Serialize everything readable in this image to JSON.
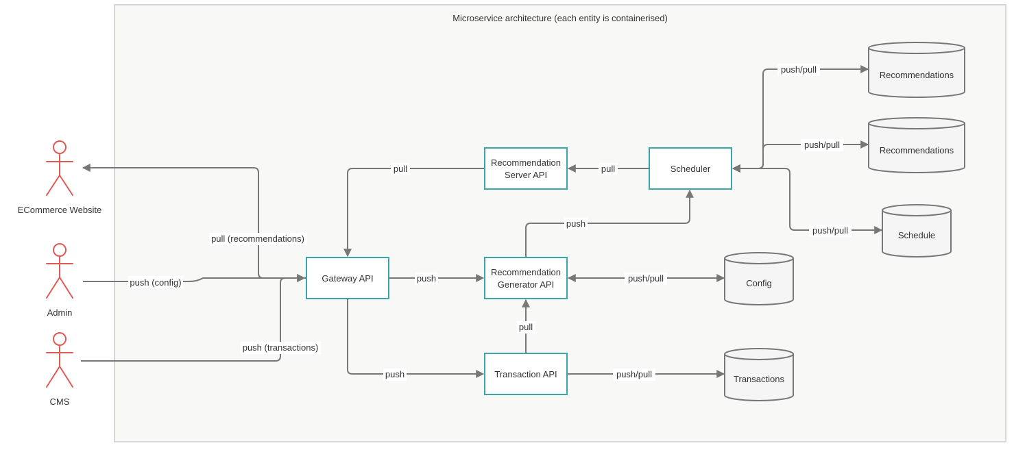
{
  "container": {
    "title": "Microservice architecture (each entity is containerised)"
  },
  "actors": {
    "ecommerce": "ECommerce Website",
    "admin": "Admin",
    "cms": "CMS"
  },
  "services": {
    "gateway": "Gateway API",
    "rec_server_line1": "Recommendation",
    "rec_server_line2": "Server API",
    "rec_generator_line1": "Recommendation",
    "rec_generator_line2": "Generator API",
    "transaction": "Transaction API",
    "scheduler": "Scheduler"
  },
  "databases": {
    "recommendations_1": "Recommendations",
    "recommendations_2": "Recommendations",
    "schedule": "Schedule",
    "config": "Config",
    "transactions": "Transactions"
  },
  "edges": {
    "pull_recommendations": "pull (recommendations)",
    "push_config": "push (config)",
    "push_transactions": "push (transactions)",
    "gateway_to_generator": "push",
    "gateway_to_transaction": "push",
    "server_to_gateway": "pull",
    "scheduler_to_server": "pull",
    "generator_to_scheduler": "push",
    "transaction_to_generator": "pull",
    "generator_config": "push/pull",
    "transaction_db": "push/pull",
    "scheduler_rec1": "push/pull",
    "scheduler_rec2": "push/pull",
    "scheduler_schedule": "push/pull"
  },
  "colors": {
    "actor": "#e05a55",
    "service_border": "#3aa6a9",
    "edge": "#777777",
    "db_fill": "#f5f5f5",
    "db_stroke": "#777777",
    "container_fill": "#f8f8f6",
    "container_stroke": "#d6d6d6"
  }
}
